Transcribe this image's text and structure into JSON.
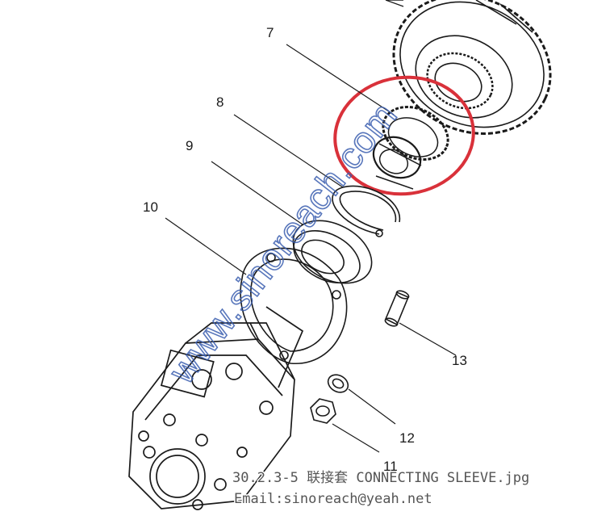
{
  "callouts": {
    "part7": "7",
    "part8": "8",
    "part9": "9",
    "part10": "10",
    "part11": "11",
    "part12": "12",
    "part13": "13"
  },
  "watermark": "www.sinoreach.com",
  "caption": {
    "filename": "30.2.3-5 联接套 CONNECTING SLEEVE.jpg",
    "email": "Email:sinoreach@yeah.net"
  },
  "colors": {
    "highlight_ring": "#d9313a",
    "watermark": "#3b5fb0",
    "line_art": "#1a1a1a"
  }
}
